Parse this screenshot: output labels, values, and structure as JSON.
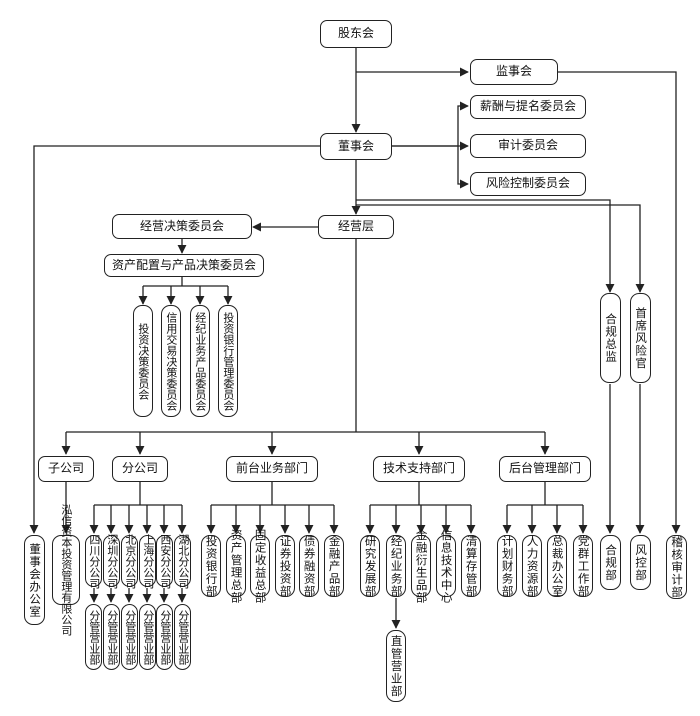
{
  "top": {
    "shareholders": "股东会",
    "supervisors": "监事会",
    "board": "董事会"
  },
  "committees": {
    "compensation": "薪酬与提名委员会",
    "audit": "审计委员会",
    "risk": "风险控制委员会"
  },
  "management": {
    "management": "经营层",
    "decision": "经营决策委员会",
    "allocation": "资产配置与产品决策委员会",
    "sub_committees": [
      "投资决策委员会",
      "信用交易决策委员会",
      "经纪业务产品委员会",
      "投资银行管理委员会"
    ],
    "compliance_director": "合规总监",
    "cro": "首席风险官"
  },
  "groups": {
    "subsidiary": "子公司",
    "branch": "分公司",
    "front": "前台业务部门",
    "tech": "技术支持部门",
    "back": "后台管理部门"
  },
  "bottom": {
    "board_office": "董事会办公室",
    "hongxin": "泓信资本投资管理有限公司",
    "branches": [
      "四川分公司",
      "深圳分公司",
      "北京分公司",
      "上海分公司",
      "西安分公司",
      "湖北分公司"
    ],
    "branch_sales": "分管营业部",
    "front": [
      "投资银行部",
      "资产管理总部",
      "固定收益总部",
      "证券投资部",
      "债券融资部",
      "金融产品部"
    ],
    "tech": [
      "研究发展部",
      "经纪业务部",
      "金融衍生品部",
      "信息技术中心",
      "清算存管部"
    ],
    "direct_sales": "直管营业部",
    "back": [
      "计划财务部",
      "人力资源部",
      "总裁办公室",
      "党群工作部"
    ],
    "compliance_dept": "合规部",
    "risk_dept": "风控部",
    "audit_dept": "稽核审计部"
  }
}
